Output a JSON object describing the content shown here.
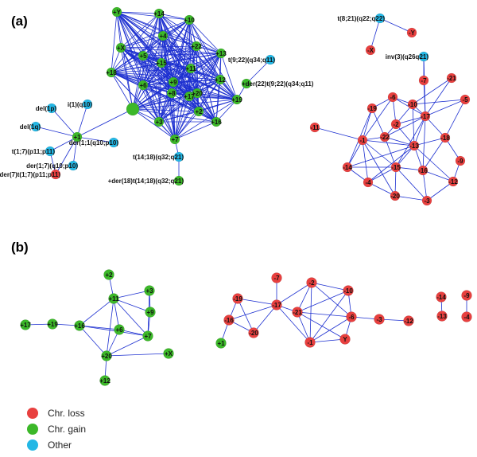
{
  "panels": [
    {
      "id": "a",
      "label": "(a)"
    },
    {
      "id": "b",
      "label": "(b)"
    }
  ],
  "legend": [
    {
      "label": "Chr. loss",
      "color": "#e8403f"
    },
    {
      "label": "Chr. gain",
      "color": "#3cb829"
    },
    {
      "label": "Other",
      "color": "#23b7e5"
    }
  ],
  "colors": {
    "loss": "#e8403f",
    "gain": "#3cb829",
    "other": "#23b7e5",
    "edge": "#1c2fd0"
  },
  "networks": {
    "a": {
      "nodes": [
        {
          "id": "+Y",
          "type": "gain"
        },
        {
          "id": "+14",
          "type": "gain"
        },
        {
          "id": "+10",
          "type": "gain"
        },
        {
          "id": "+4",
          "type": "gain"
        },
        {
          "id": "+X",
          "type": "gain"
        },
        {
          "id": "+22",
          "type": "gain"
        },
        {
          "id": "+13",
          "type": "gain"
        },
        {
          "id": "+5",
          "type": "gain"
        },
        {
          "id": "+15",
          "type": "gain"
        },
        {
          "id": "+11",
          "type": "gain"
        },
        {
          "id": "+18",
          "type": "gain"
        },
        {
          "id": "+6",
          "type": "gain"
        },
        {
          "id": "+9",
          "type": "gain"
        },
        {
          "id": "+12",
          "type": "gain"
        },
        {
          "id": "+8",
          "type": "gain"
        },
        {
          "id": "+20",
          "type": "gain"
        },
        {
          "id": "+17",
          "type": "gain"
        },
        {
          "id": "+19",
          "type": "gain"
        },
        {
          "id": "+2",
          "type": "gain"
        },
        {
          "id": "+3",
          "type": "gain"
        },
        {
          "id": "+16",
          "type": "gain"
        },
        {
          "id": "+7",
          "type": "gain"
        },
        {
          "id": "+1",
          "type": "gain"
        },
        {
          "id": "",
          "type": "gain"
        },
        {
          "id": "t(9;22)(q34;q11)",
          "type": "other"
        },
        {
          "id": "+der(22)t(9;22)(q34;q11)",
          "type": "gain"
        },
        {
          "id": "i(1)(q10)",
          "type": "other"
        },
        {
          "id": "del(1p)",
          "type": "other"
        },
        {
          "id": "del(1q)",
          "type": "other"
        },
        {
          "id": "der(1;1(q10;p10)",
          "type": "other"
        },
        {
          "id": "t(1;7)(p11;p11)",
          "type": "other"
        },
        {
          "id": "der(1;7)(q10;p10)",
          "type": "other"
        },
        {
          "id": "-der(7)t(1;7)(p11;p11)",
          "type": "loss"
        },
        {
          "id": "t(14;18)(q32;q21)",
          "type": "other"
        },
        {
          "id": "+der(18)t(14;18)(q32;q21)",
          "type": "gain"
        },
        {
          "id": "t(8;21)(q22;q22)",
          "type": "other"
        },
        {
          "id": "-Y",
          "type": "loss"
        },
        {
          "id": "-X",
          "type": "loss"
        },
        {
          "id": "inv(3)(q26q21)",
          "type": "other"
        },
        {
          "id": "-7",
          "type": "loss"
        },
        {
          "id": "-21",
          "type": "loss"
        },
        {
          "id": "-6",
          "type": "loss"
        },
        {
          "id": "-19",
          "type": "loss"
        },
        {
          "id": "-10",
          "type": "loss"
        },
        {
          "id": "-5",
          "type": "loss"
        },
        {
          "id": "-17",
          "type": "loss"
        },
        {
          "id": "-2",
          "type": "loss"
        },
        {
          "id": "-11",
          "type": "loss"
        },
        {
          "id": "-22",
          "type": "loss"
        },
        {
          "id": "-1",
          "type": "loss"
        },
        {
          "id": "-13",
          "type": "loss"
        },
        {
          "id": "-18",
          "type": "loss"
        },
        {
          "id": "-14",
          "type": "loss"
        },
        {
          "id": "-15",
          "type": "loss"
        },
        {
          "id": "-9",
          "type": "loss"
        },
        {
          "id": "-16",
          "type": "loss"
        },
        {
          "id": "-4",
          "type": "loss"
        },
        {
          "id": "-12",
          "type": "loss"
        },
        {
          "id": "-20",
          "type": "loss"
        },
        {
          "id": "-3",
          "type": "loss"
        }
      ]
    },
    "b": {
      "nodes": [
        {
          "id": "+2",
          "type": "gain"
        },
        {
          "id": "+3",
          "type": "gain"
        },
        {
          "id": "+11",
          "type": "gain"
        },
        {
          "id": "+9",
          "type": "gain"
        },
        {
          "id": "+17",
          "type": "gain"
        },
        {
          "id": "+19",
          "type": "gain"
        },
        {
          "id": "+16",
          "type": "gain"
        },
        {
          "id": "+6",
          "type": "gain"
        },
        {
          "id": "+7",
          "type": "gain"
        },
        {
          "id": "+20",
          "type": "gain"
        },
        {
          "id": "+X",
          "type": "gain"
        },
        {
          "id": "+12",
          "type": "gain"
        },
        {
          "id": "+1",
          "type": "gain"
        },
        {
          "id": "-7",
          "type": "loss"
        },
        {
          "id": "-2",
          "type": "loss"
        },
        {
          "id": "-10",
          "type": "loss"
        },
        {
          "id": "-19",
          "type": "loss"
        },
        {
          "id": "-17",
          "type": "loss"
        },
        {
          "id": "-21",
          "type": "loss"
        },
        {
          "id": "-16",
          "type": "loss"
        },
        {
          "id": "-6",
          "type": "loss"
        },
        {
          "id": "-3",
          "type": "loss"
        },
        {
          "id": "-12",
          "type": "loss"
        },
        {
          "id": "-20",
          "type": "loss"
        },
        {
          "id": "-1",
          "type": "loss"
        },
        {
          "id": "Y",
          "type": "loss"
        },
        {
          "id": "-14",
          "type": "loss"
        },
        {
          "id": "-9",
          "type": "loss"
        },
        {
          "id": "-13",
          "type": "loss"
        },
        {
          "id": "-4",
          "type": "loss"
        }
      ]
    }
  }
}
